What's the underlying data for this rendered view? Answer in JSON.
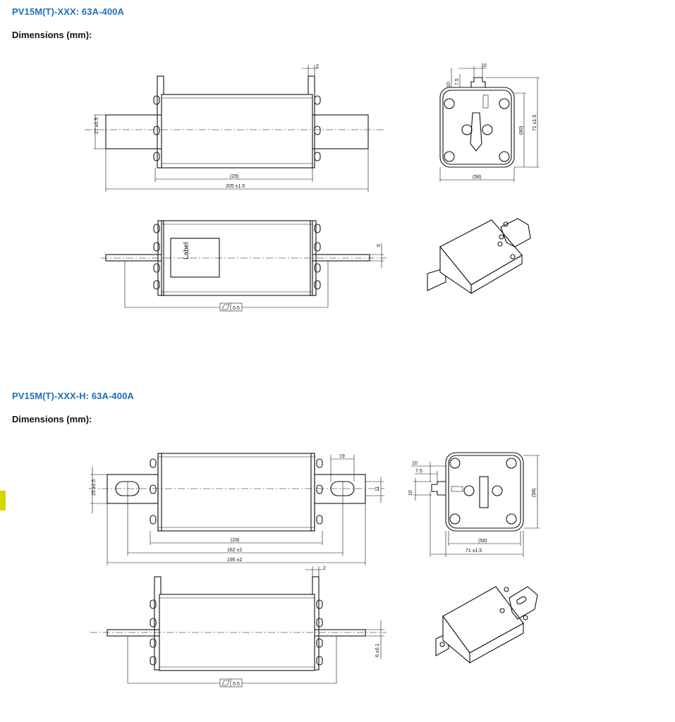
{
  "section1": {
    "title": "PV15M(T)-XXX: 63A-400A",
    "subtitle": "Dimensions (mm):",
    "front": {
      "height_dim": "27 ±0.5",
      "body_dim": "(29)",
      "overall_dim": "205 ±1.5",
      "tab_dim": "2"
    },
    "side": {
      "label_text": "Label",
      "thickness_dim": "6",
      "flatness_value": "0.5"
    },
    "end": {
      "dim_top_10": "10",
      "dim_10": "10",
      "dim_7_5": "7.5",
      "dim_60": "(60)",
      "dim_71": "71 ±1.5",
      "dim_58": "(58)"
    }
  },
  "section2": {
    "title": "PV15M(T)-XXX-H: 63A-400A",
    "subtitle": "Dimensions (mm):",
    "front": {
      "height_dim": "25 ±0.5",
      "slot_dim": "19",
      "slot_h_dim": "11",
      "body_dim": "(29)",
      "mid_dim": "162 ±2",
      "overall_dim": "195 ±2"
    },
    "side": {
      "tab_dim": "2",
      "thickness_dim": "6 ±0.1",
      "flatness_value": "0.5"
    },
    "end": {
      "dim_10": "10",
      "dim_7_5": "7.5",
      "dim_10b": "10",
      "dim_58": "(58)",
      "dim_58b": "(58)",
      "dim_71": "71 ±1.5"
    }
  },
  "colors": {
    "title": "#1e6fb8",
    "side_tab": "#d4d600"
  }
}
